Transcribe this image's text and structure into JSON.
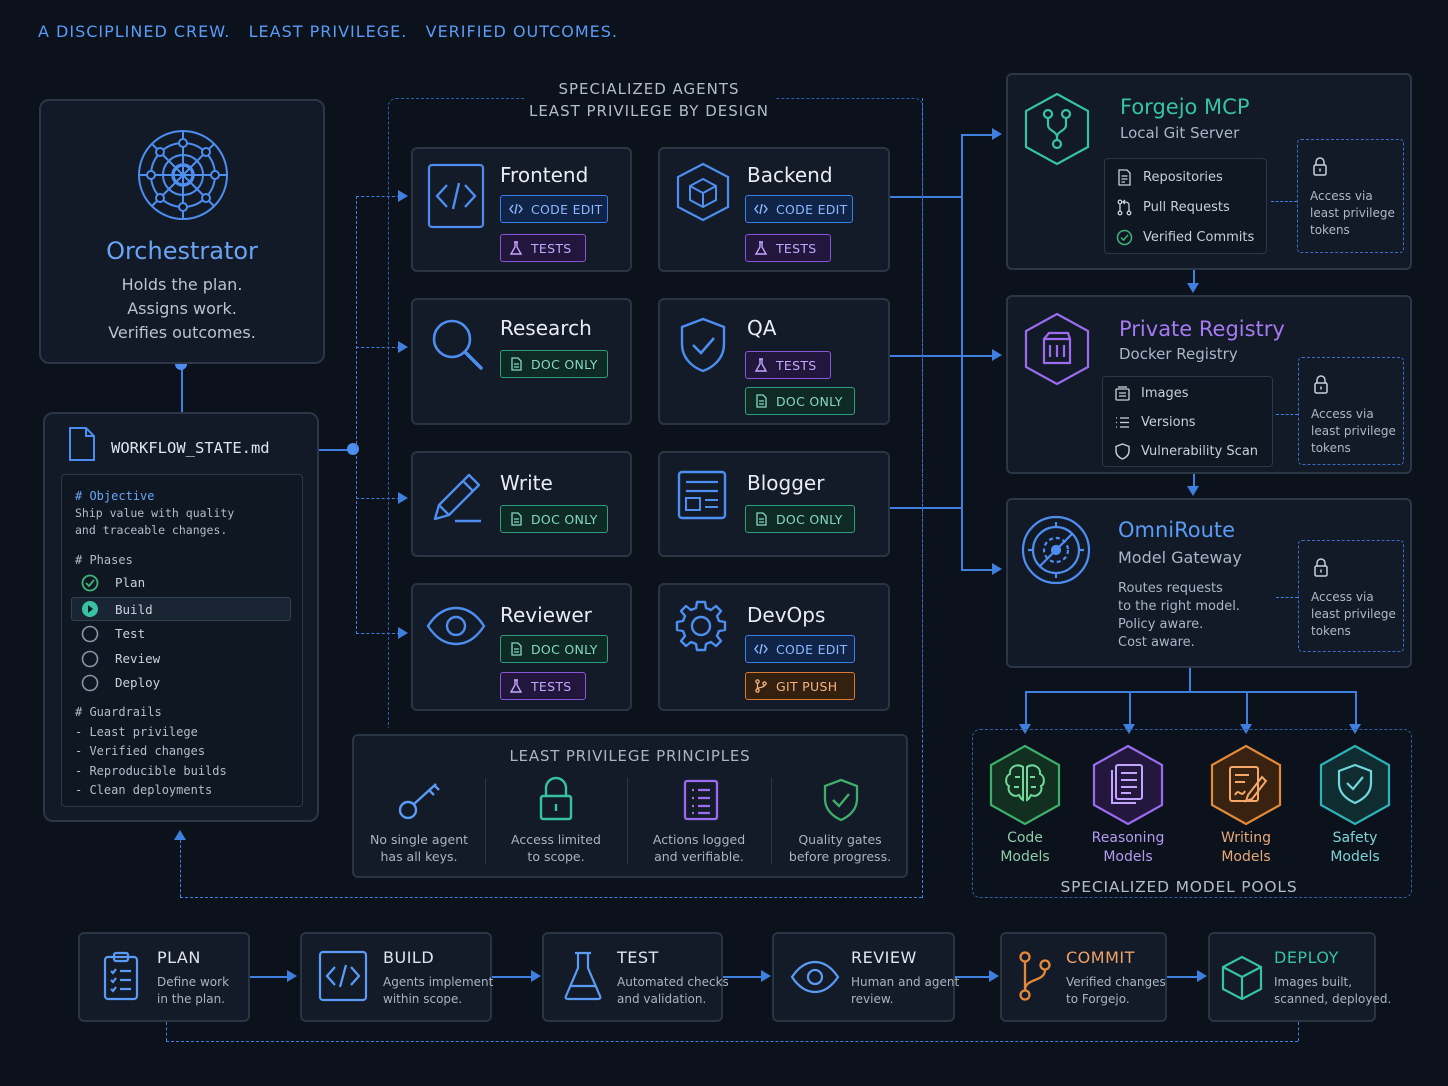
{
  "header": {
    "tagline": "A DISCIPLINED CREW.   LEAST PRIVILEGE.   VERIFIED OUTCOMES."
  },
  "orchestrator": {
    "title": "Orchestrator",
    "lines": [
      "Holds the plan.",
      "Assigns work.",
      "Verifies outcomes."
    ]
  },
  "workflow": {
    "filename": "WORKFLOW_STATE.md",
    "objective_heading": "# Objective",
    "objective_lines": [
      "Ship value with quality",
      "and traceable changes."
    ],
    "phases_heading": "# Phases",
    "phases": [
      {
        "label": "Plan",
        "status": "done"
      },
      {
        "label": "Build",
        "status": "active"
      },
      {
        "label": "Test",
        "status": "pending"
      },
      {
        "label": "Review",
        "status": "pending"
      },
      {
        "label": "Deploy",
        "status": "pending"
      }
    ],
    "guardrails_heading": "# Guardrails",
    "guardrails": [
      "- Least privilege",
      "- Verified changes",
      "- Reproducible builds",
      "- Clean deployments"
    ]
  },
  "agents_section": {
    "title_line1": "SPECIALIZED AGENTS",
    "title_line2": "LEAST PRIVILEGE BY DESIGN"
  },
  "agents": [
    {
      "name": "Frontend",
      "icon": "code-icon",
      "tags": [
        "CODE EDIT",
        "TESTS"
      ]
    },
    {
      "name": "Backend",
      "icon": "cube-icon",
      "tags": [
        "CODE EDIT",
        "TESTS"
      ]
    },
    {
      "name": "Research",
      "icon": "magnifier-icon",
      "tags": [
        "DOC ONLY"
      ]
    },
    {
      "name": "QA",
      "icon": "shield-check-icon",
      "tags": [
        "TESTS",
        "DOC ONLY"
      ]
    },
    {
      "name": "Write",
      "icon": "pencil-icon",
      "tags": [
        "DOC ONLY"
      ]
    },
    {
      "name": "Blogger",
      "icon": "blog-layout-icon",
      "tags": [
        "DOC ONLY"
      ]
    },
    {
      "name": "Reviewer",
      "icon": "eye-icon",
      "tags": [
        "DOC ONLY",
        "TESTS"
      ]
    },
    {
      "name": "DevOps",
      "icon": "gear-icon",
      "tags": [
        "CODE EDIT",
        "GIT PUSH"
      ]
    }
  ],
  "principles": {
    "title": "LEAST PRIVILEGE PRINCIPLES",
    "items": [
      {
        "icon": "key-icon",
        "lines": [
          "No single agent",
          "has all keys."
        ]
      },
      {
        "icon": "lock-icon",
        "lines": [
          "Access limited",
          "to scope."
        ]
      },
      {
        "icon": "log-list-icon",
        "lines": [
          "Actions logged",
          "and verifiable."
        ]
      },
      {
        "icon": "shield-check-icon",
        "lines": [
          "Quality gates",
          "before progress."
        ]
      }
    ]
  },
  "resources": {
    "forgejo": {
      "title": "Forgejo MCP",
      "subtitle": "Local Git Server",
      "items": [
        "Repositories",
        "Pull Requests",
        "Verified Commits"
      ],
      "access": [
        "Access via",
        "least privilege",
        "tokens"
      ]
    },
    "registry": {
      "title": "Private Registry",
      "subtitle": "Docker Registry",
      "items": [
        "Images",
        "Versions",
        "Vulnerability Scan"
      ],
      "access": [
        "Access via",
        "least privilege",
        "tokens"
      ]
    },
    "omniroute": {
      "title": "OmniRoute",
      "subtitle": "Model Gateway",
      "desc": [
        "Routes requests",
        "to the right model.",
        "Policy aware.",
        "Cost aware."
      ],
      "access": [
        "Access via",
        "least privilege",
        "tokens"
      ]
    }
  },
  "model_pools": {
    "title": "SPECIALIZED MODEL POOLS",
    "pools": [
      {
        "line1": "Code",
        "line2": "Models",
        "color": "#3fae6a",
        "icon": "brain-icon"
      },
      {
        "line1": "Reasoning",
        "line2": "Models",
        "color": "#9b6cf0",
        "icon": "document-icon"
      },
      {
        "line1": "Writing",
        "line2": "Models",
        "color": "#e38a3a",
        "icon": "writing-icon"
      },
      {
        "line1": "Safety",
        "line2": "Models",
        "color": "#2fb3b8",
        "icon": "shield-check-icon"
      }
    ]
  },
  "pipeline": [
    {
      "title": "PLAN",
      "lines": [
        "Define work",
        "in the plan."
      ],
      "icon": "clipboard-icon"
    },
    {
      "title": "BUILD",
      "lines": [
        "Agents implement",
        "within scope."
      ],
      "icon": "code-icon"
    },
    {
      "title": "TEST",
      "lines": [
        "Automated checks",
        "and validation."
      ],
      "icon": "flask-icon"
    },
    {
      "title": "REVIEW",
      "lines": [
        "Human and agent",
        "review."
      ],
      "icon": "eye-icon"
    },
    {
      "title": "COMMIT",
      "lines": [
        "Verified changes",
        "to Forgejo."
      ],
      "icon": "git-branch-icon"
    },
    {
      "title": "DEPLOY",
      "lines": [
        "Images built,",
        "scanned, deployed."
      ],
      "icon": "cube-icon"
    }
  ],
  "colors": {
    "accent_blue": "#4d8ef0",
    "teal": "#37c2a3",
    "purple": "#9b6cf0",
    "orange": "#e38a3a",
    "green": "#3fae6a"
  }
}
